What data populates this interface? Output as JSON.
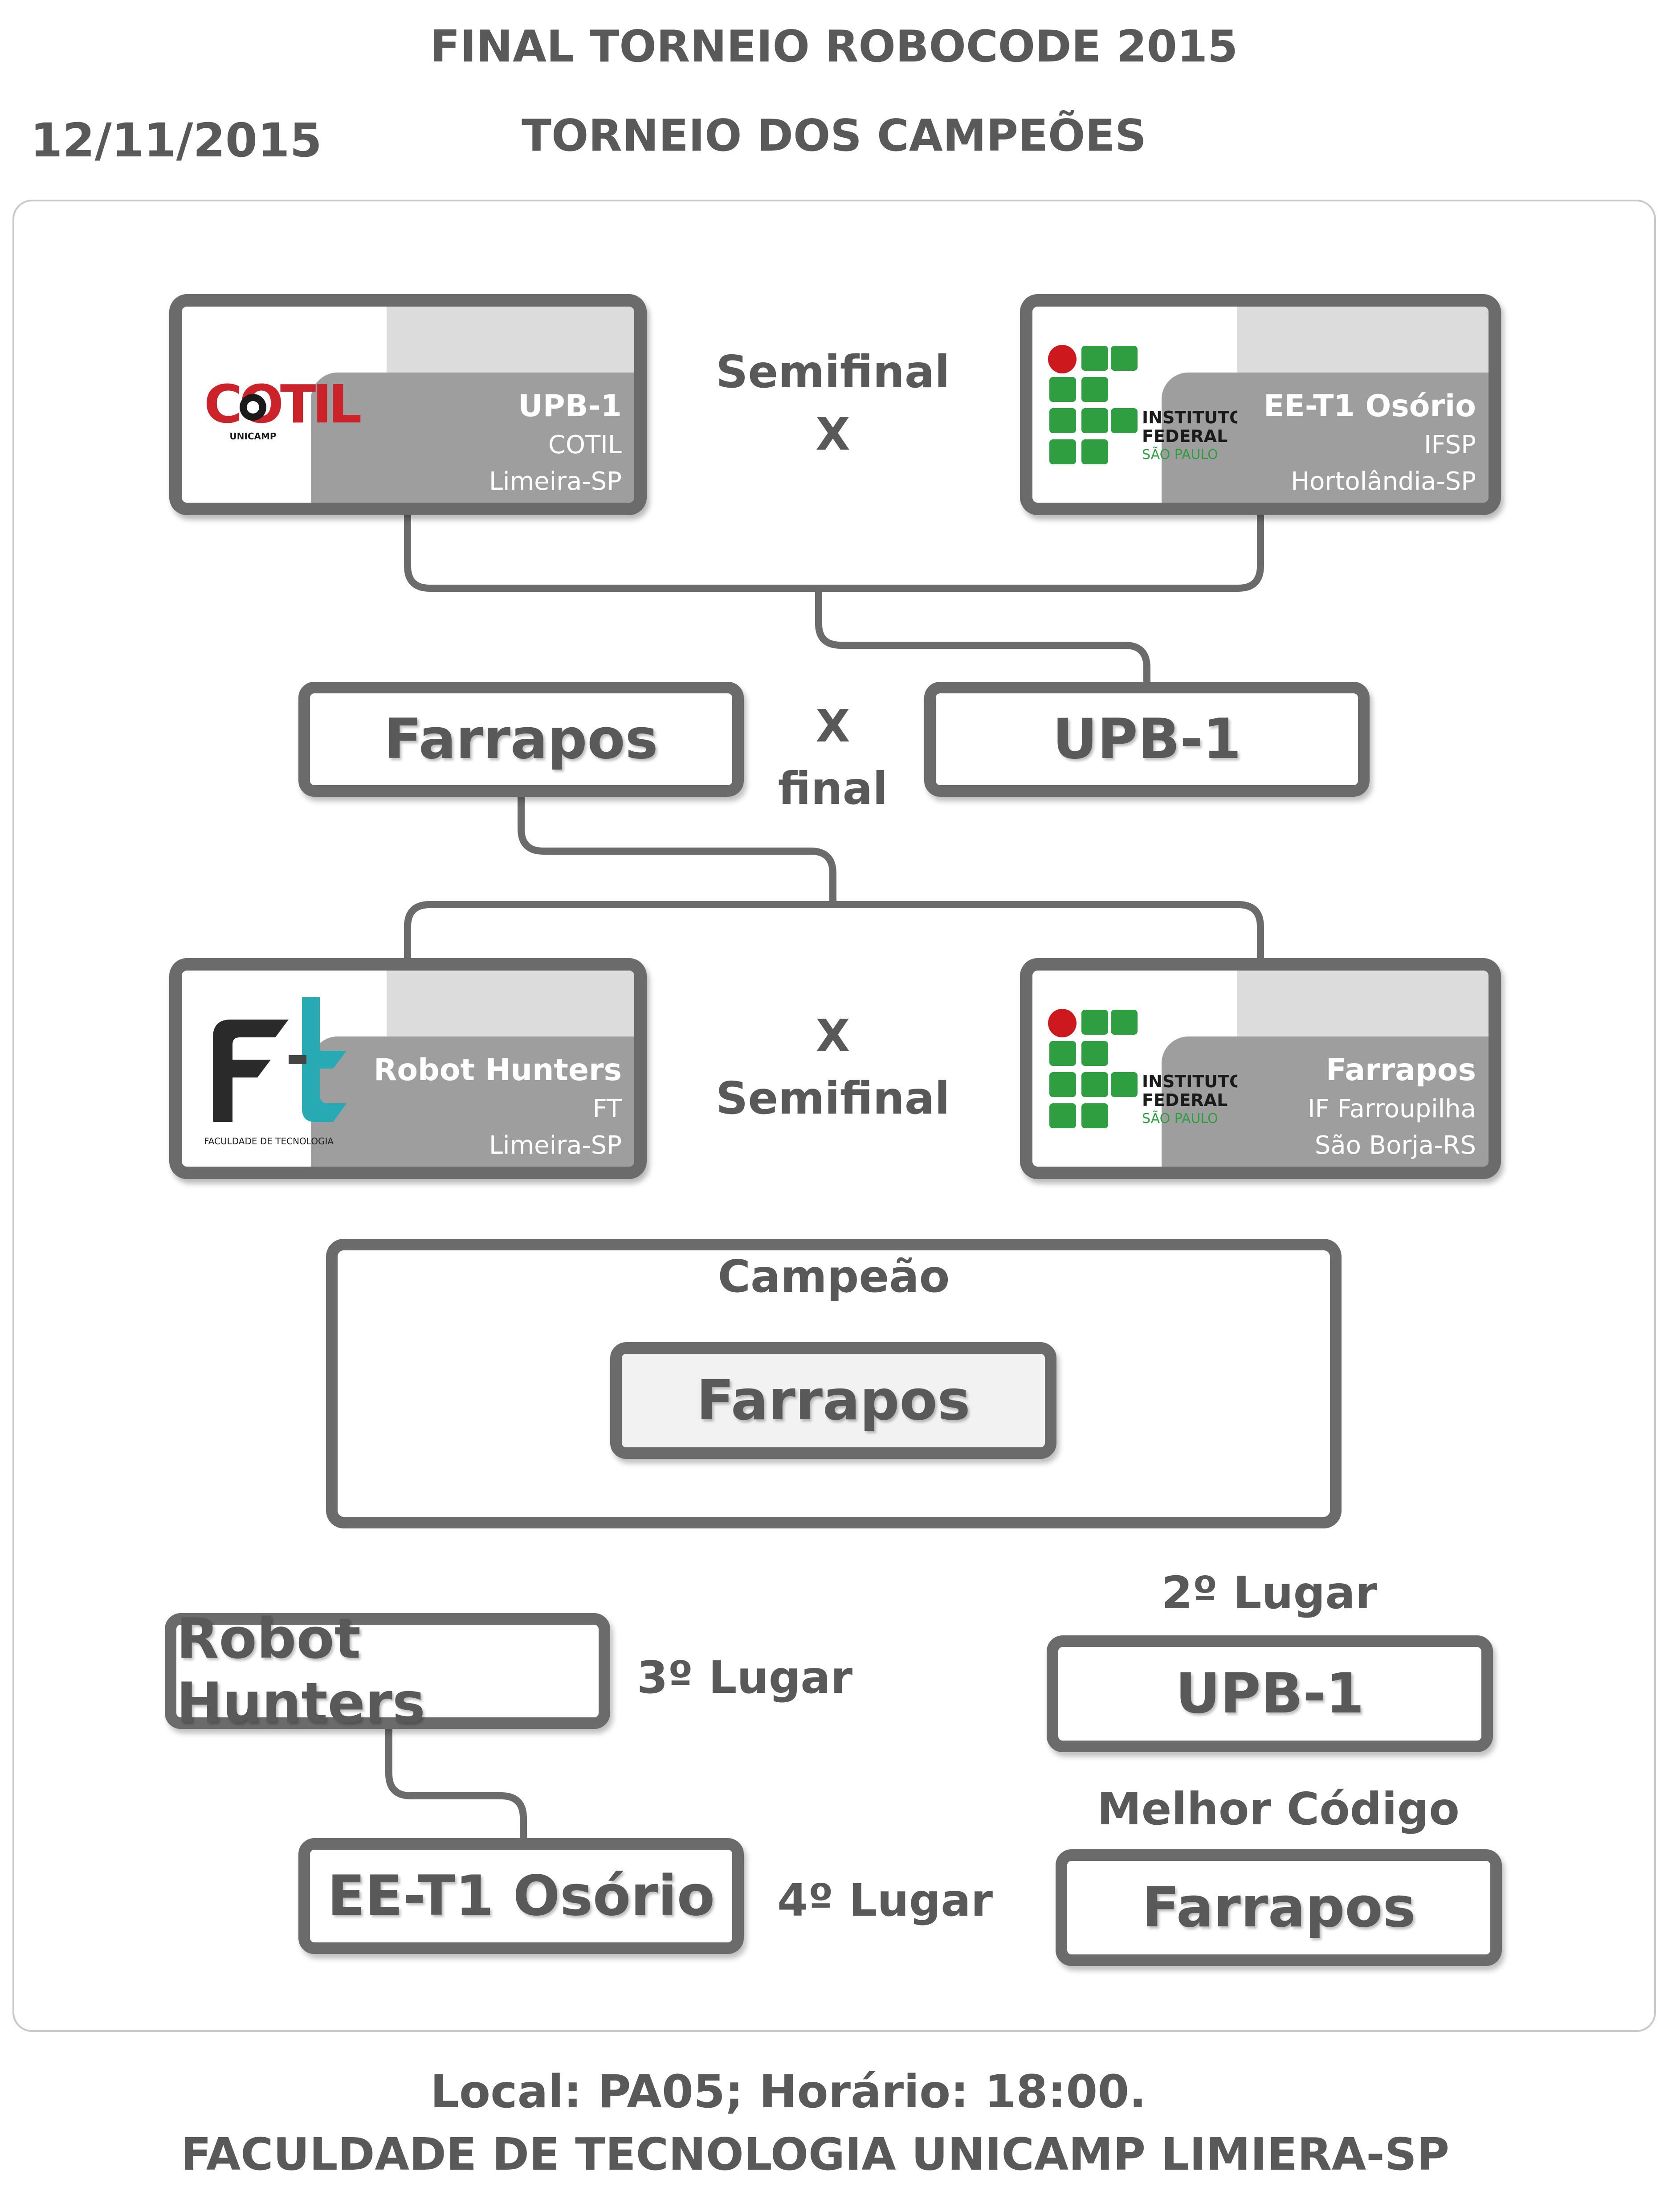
{
  "header": {
    "title": "FINAL TORNEIO ROBOCODE 2015",
    "subtitle": "TORNEIO DOS CAMPEÕES",
    "date": "12/11/2015"
  },
  "semifinal_top": {
    "label": "Semifinal",
    "vs": "X",
    "left": {
      "team": "UPB-1",
      "school": "COTIL",
      "city": "Limeira-SP",
      "logo": "cotil-unicamp-logo"
    },
    "right": {
      "team": "EE-T1 Osório",
      "school": "IFSP",
      "city": "Hortolândia-SP",
      "logo": "instituto-federal-logo"
    }
  },
  "final": {
    "vs": "X",
    "label": "final",
    "left_team": "Farrapos",
    "right_team": "UPB-1"
  },
  "semifinal_bottom": {
    "vs": "X",
    "label": "Semifinal",
    "left": {
      "team": "Robot Hunters",
      "school": "FT",
      "city": "Limeira-SP",
      "logo": "ft-faculdade-de-tecnologia-logo"
    },
    "right": {
      "team": "Farrapos",
      "school": "IF Farroupilha",
      "city": "São Borja-RS",
      "logo": "instituto-federal-logo"
    }
  },
  "logos": {
    "cotil_text": "COTIL",
    "unicamp_text": "UNICAMP",
    "if_line1": "INSTITUTO",
    "if_line2": "FEDERAL",
    "if_line3": "SÃO PAULO",
    "ft_caption": "FACULDADE DE TECNOLOGIA"
  },
  "champion": {
    "label": "Campeão",
    "team": "Farrapos"
  },
  "placements": {
    "third_label": "3º Lugar",
    "third_team": "Robot Hunters",
    "fourth_label": "4º Lugar",
    "fourth_team": "EE-T1 Osório",
    "second_label": "2º Lugar",
    "second_team": "UPB-1",
    "best_code_label": "Melhor Código",
    "best_code_team": "Farrapos"
  },
  "footer": {
    "line1": "Local: PA05; Horário: 18:00.",
    "line2": "FACULDADE DE TECNOLOGIA UNICAMP LIMIERA-SP"
  },
  "colors": {
    "text": "#595959",
    "border": "#6b6b6b",
    "card_grey": "#9e9e9e",
    "cotil_red": "#cc2229",
    "if_green": "#2f9e41",
    "if_red": "#cd191e",
    "ft_teal": "#27aab4"
  }
}
